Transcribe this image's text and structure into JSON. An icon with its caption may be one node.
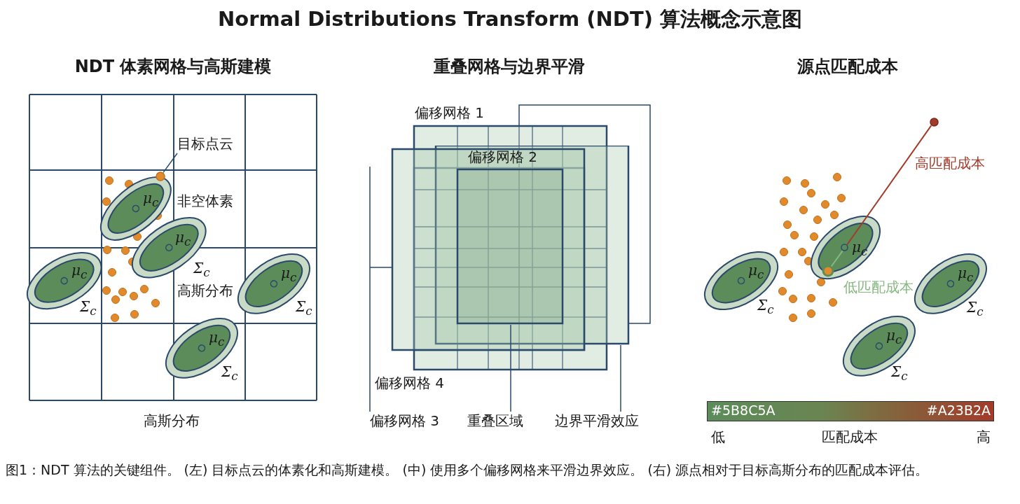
{
  "diagram": {
    "title": "Normal Distributions Transform (NDT) 算法概念示意图",
    "caption": "图1：NDT 算法的关键组件。 (左) 目标点云的体素化和高斯建模。 (中) 使用多个偏移网格来平滑边界效应。 (右) 源点相对于目标高斯分布的匹配成本评估。",
    "nodes": [
      {
        "text": [
          "μ$_{c}$"
        ]
      },
      {
        "text": [
          "μ$_{c}$"
        ],
        "beside": [
          "Σ$_{c}$"
        ]
      },
      {
        "text": [
          "μ$_{c}$"
        ],
        "beside": [
          "Σ$_{c}$"
        ]
      },
      {
        "text": [
          "μ$_{c}$"
        ],
        "beside": [
          "Σ$_{c}$"
        ]
      },
      {
        "text": [
          "μ$_{c}$"
        ],
        "beside": [
          "Σ$_{c}$"
        ]
      },
      {
        "text": [
          "目标点云"
        ]
      },
      {
        "text": [],
        "shape": "circle"
      },
      {
        "text": [
          "偏移网格 1"
        ]
      },
      {
        "text": [
          "偏移网格 2"
        ]
      },
      {
        "text": [],
        "shape": "box"
      },
      {
        "text": [],
        "shape": "box"
      },
      {
        "text": [
          "偏移网格 3"
        ]
      },
      {
        "text": [
          "重叠区域"
        ]
      },
      {
        "text": [
          "边界平滑效应"
        ]
      },
      {
        "text": [
          "μ$_{c}$"
        ],
        "beside": [
          "Σ$_{c}$"
        ]
      },
      {
        "text": [
          "μ$_{c}$"
        ]
      },
      {
        "text": [],
        "shape": "circle",
        "in": 15
      },
      {
        "text": [
          "μ$_{c}$"
        ],
        "beside": [
          "Σ$_{c}$"
        ]
      },
      {
        "text": [
          "μ$_{c}$"
        ],
        "beside": [
          "Σ$_{c}$"
        ]
      },
      {
        "text": [],
        "shape": "circle"
      },
      {
        "text": [],
        "shape": "circle",
        "in": 15
      }
    ],
    "edges": [
      {
        "from": 5,
        "to": 6,
        "arrow": "none"
      },
      {
        "from": 11,
        "to": 9,
        "arrow": "none"
      },
      {
        "from": 12,
        "to": 10,
        "arrow": "none"
      },
      {
        "from": 13,
        "to": 8,
        "arrow": "none"
      },
      {
        "from": 16,
        "to": 19,
        "arrow": "none",
        "label": "高匹配成本",
        "color": "#a23b2a"
      },
      {
        "from": 16,
        "to": 20,
        "arrow": "none",
        "label": "低匹配成本",
        "color": "#86b880"
      }
    ],
    "labels": [
      "NDT 体素网格与高斯建模",
      "重叠网格与边界平滑",
      "源点匹配成本",
      "非空体素",
      "高斯分布",
      "高斯分布",
      "偏移网格 4",
      "#5B8C5A",
      "#A23B2A",
      "低",
      "匹配成本",
      "高"
    ]
  }
}
